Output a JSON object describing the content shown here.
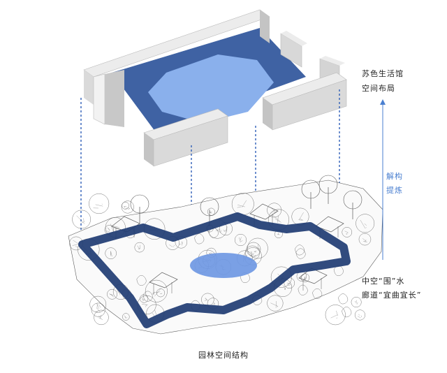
{
  "labels": {
    "top_line1": "苏色生活馆",
    "top_line2": "空间布局",
    "process_line1": "解构",
    "process_line2": "提炼",
    "bottom_line1": "中空“围”水",
    "bottom_line2": "廊道“宜曲宜长”"
  },
  "caption": "园林空间结构",
  "colors": {
    "navy": "#1f3c73",
    "floor": "#3f62a3",
    "core": "#8ab0ec",
    "wall_top": "#ececec",
    "wall_side": "#c4c4c4",
    "dash": "#2f5fb8",
    "accent": "#4a7fd0",
    "sketch": "#5a5a5a"
  }
}
